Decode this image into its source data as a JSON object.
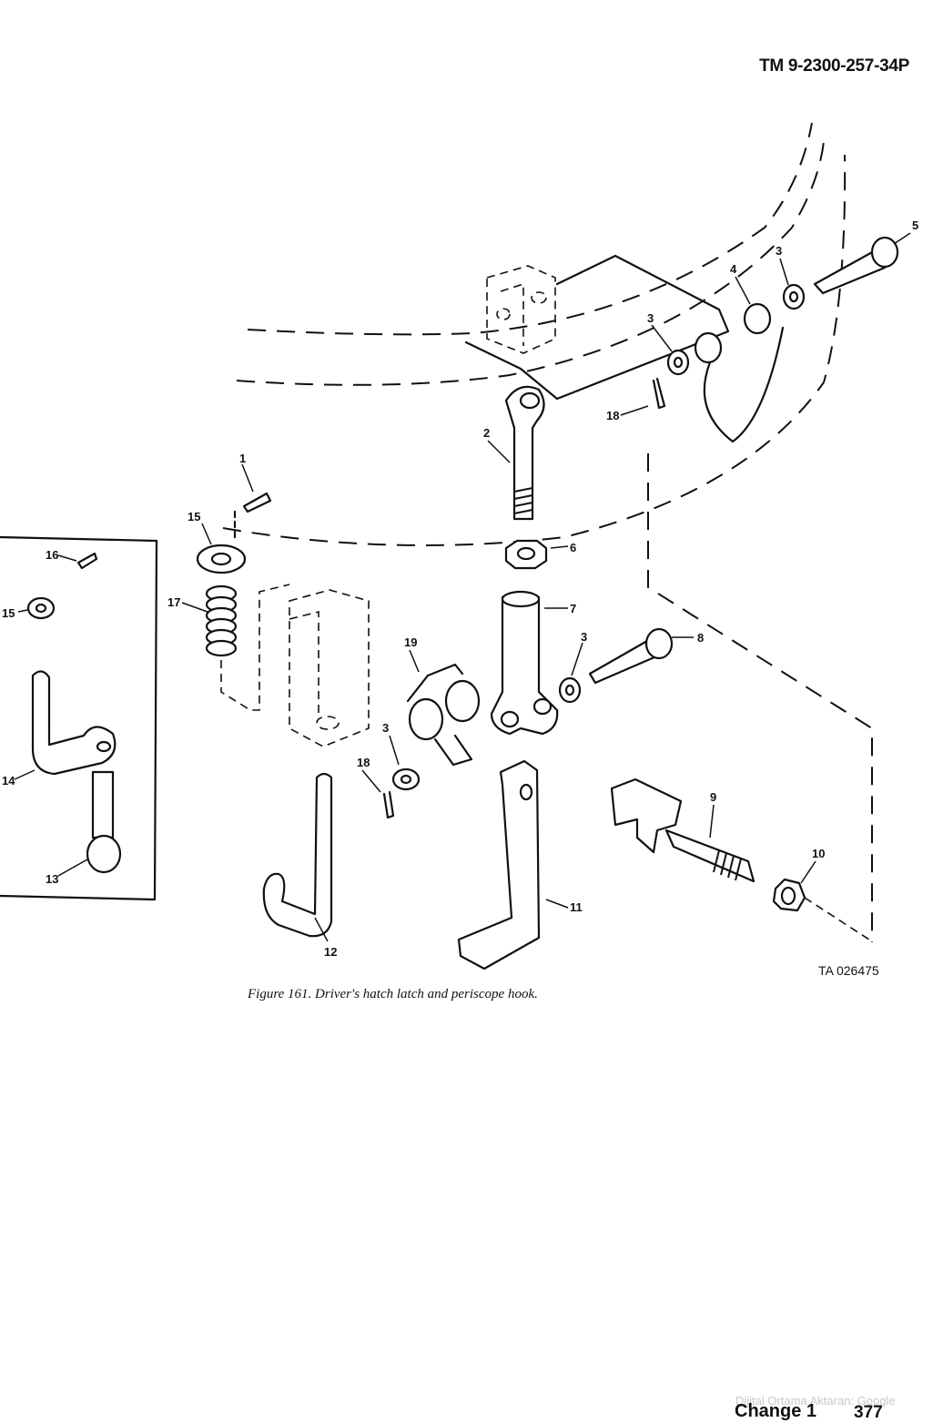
{
  "header": {
    "doc_id": "TM 9-2300-257-34P"
  },
  "figure": {
    "caption": "Figure 161. Driver's hatch latch and periscope hook.",
    "art_id": "TA 026475",
    "callouts": [
      "1",
      "2",
      "3",
      "3",
      "3",
      "3",
      "4",
      "5",
      "6",
      "7",
      "8",
      "9",
      "10",
      "11",
      "12",
      "13",
      "14",
      "15",
      "15",
      "16",
      "17",
      "18",
      "18",
      "19"
    ]
  },
  "footer": {
    "watermark": "Dijital Ortama Aktaran: Google",
    "change": "Change 1",
    "page": "377"
  }
}
